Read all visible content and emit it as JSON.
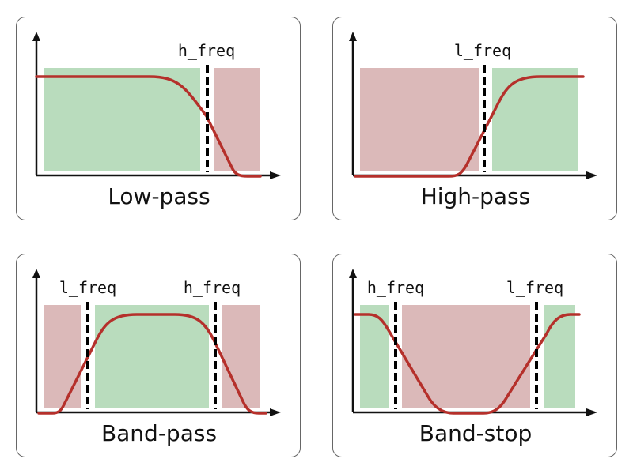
{
  "colors": {
    "pass_band": "#b9dcbd",
    "stop_band": "#dbb9b9",
    "response_curve": "#b82e2e",
    "cutoff_line": "#000000",
    "axis": "#111111"
  },
  "panels": [
    {
      "title": "Low-pass",
      "cutoffs": [
        "h_freq"
      ]
    },
    {
      "title": "High-pass",
      "cutoffs": [
        "l_freq"
      ]
    },
    {
      "title": "Band-pass",
      "cutoffs": [
        "l_freq",
        "h_freq"
      ]
    },
    {
      "title": "Band-stop",
      "cutoffs": [
        "h_freq",
        "l_freq"
      ]
    }
  ]
}
